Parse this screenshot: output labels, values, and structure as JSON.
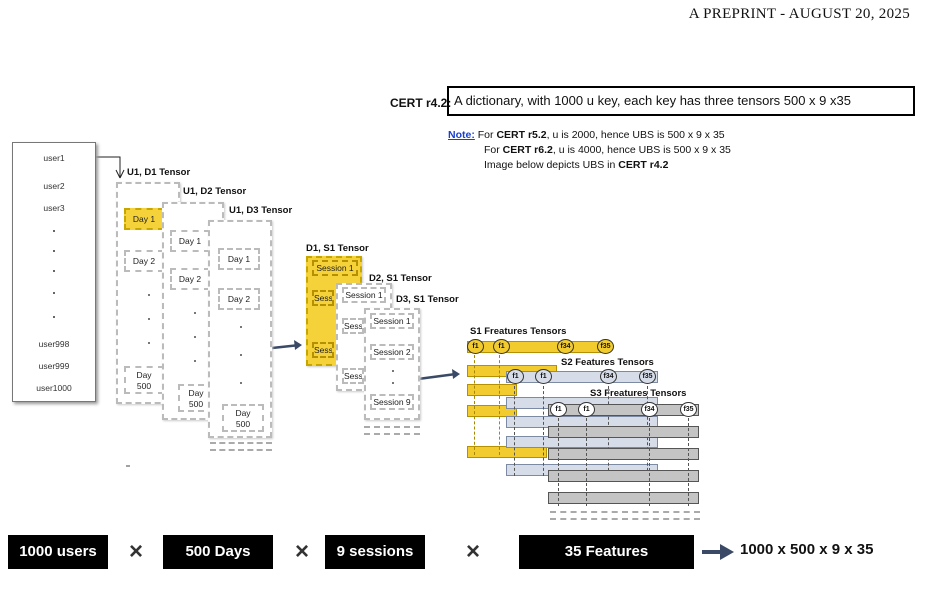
{
  "header": "A PREPRINT - AUGUST 20, 2025",
  "cert": {
    "label": "CERT r4.2:",
    "description": "A dictionary, with 1000 u key, each key has three tensors 500 x 9 x35"
  },
  "note": {
    "label": "Note:",
    "line1_a": " For ",
    "line1_b": "CERT r5.2",
    "line1_c": ", u is 2000, hence UBS is 500 x 9 x 35",
    "line2_a": "For ",
    "line2_b": "CERT r6.2",
    "line2_c": ", u is 4000, hence UBS is 500 x 9 x 35",
    "line3_a": "Image below depicts UBS in ",
    "line3_b": "CERT r4.2"
  },
  "users": [
    "user1",
    "user2",
    "user3",
    "user998",
    "user999",
    "user1000"
  ],
  "day_tensors": [
    {
      "title": "U1, D1 Tensor",
      "day_first": "Day 1",
      "day_second": "Day 2",
      "day_last": "Day\n500"
    },
    {
      "title": "U1, D2 Tensor",
      "day_first": "Day 1",
      "day_second": "Day 2",
      "day_last": "Day\n500"
    },
    {
      "title": "U1, D3 Tensor",
      "day_first": "Day 1",
      "day_second": "Day 2",
      "day_last": "Day\n500"
    }
  ],
  "session_tensors": [
    {
      "title": "D1, S1 Tensor",
      "s1": "Session 1",
      "s2": "Sess",
      "s3": "Sess"
    },
    {
      "title": "D2, S1 Tensor",
      "s1": "Session 1",
      "s2": "Sess",
      "s3": "Sess"
    },
    {
      "title": "D3, S1 Tensor",
      "s1": "Session 1",
      "s2": "Session 2",
      "s3": "Session 9"
    }
  ],
  "feature_tensors": [
    {
      "title": "S1 Freatures Tensors",
      "labels": [
        "f1",
        "f1",
        "f34",
        "f35"
      ],
      "color": "#f2cb2e"
    },
    {
      "title": "S2 Features Tensors",
      "labels": [
        "f1",
        "f1",
        "f34",
        "f35"
      ],
      "color": "#d6dde9"
    },
    {
      "title": "S3 Freatures Tensors",
      "labels": [
        "f1",
        "f1",
        "f34",
        "f35"
      ],
      "color": "#c4c4c4"
    }
  ],
  "bottom": {
    "users": "1000 users",
    "days": "500 Days",
    "sessions": "9 sessions",
    "features": "35 Features",
    "times": "×",
    "result": "1000 x 500 x 9 x 35"
  },
  "colors": {
    "highlight": "#f6d23a",
    "blue_link": "#1a3fcc"
  }
}
